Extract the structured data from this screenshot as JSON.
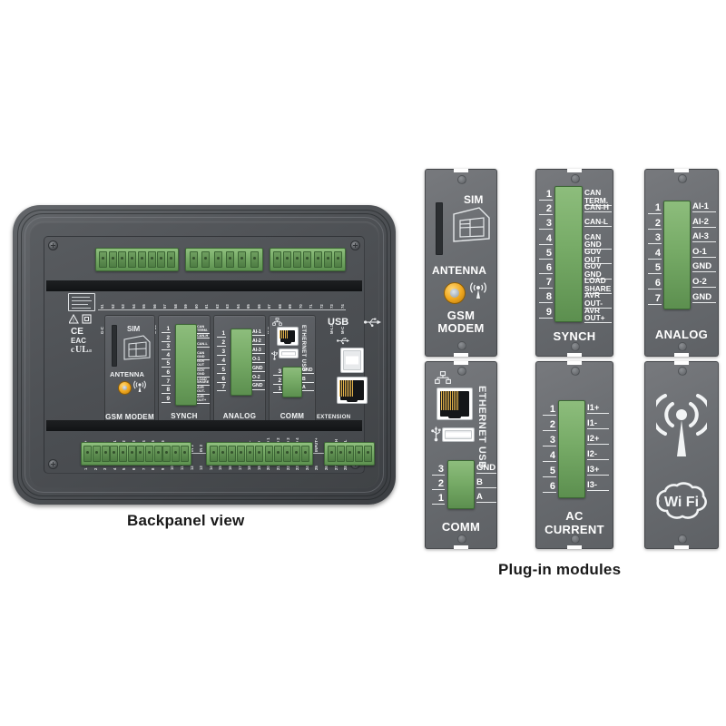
{
  "captions": {
    "backpanel": "Backpanel view",
    "modules": "Plug-in modules"
  },
  "colors": {
    "connector_green": "#77ab67",
    "panel_gray": "#4c4f53",
    "module_gray": "#6a6d71",
    "antenna_gold": "#f0a81f",
    "label_white": "#ffffff",
    "background": "#ffffff"
  },
  "device": {
    "cert_label": {
      "lines": [
        "",
        "",
        "",
        ""
      ],
      "marks": [
        "warning-triangle",
        "class-II-square",
        "CE",
        "EAC",
        "cULus"
      ]
    },
    "bays": [
      {
        "title": "GSM MODEM",
        "sim_label": "SIM",
        "antenna_label": "ANTENNA"
      },
      {
        "title": "SYNCH"
      },
      {
        "title": "ANALOG"
      },
      {
        "title": "COMM"
      }
    ],
    "usb_label": "USB",
    "extension_label": "EXTENSION",
    "comm_vertical_label": "ETHERNET USB",
    "terminals_top": [
      {
        "num": "51",
        "name": "G-C"
      },
      {
        "num": "52",
        "name": "G-L1"
      },
      {
        "num": "53",
        "name": ""
      },
      {
        "num": "54",
        "name": "G-L2"
      },
      {
        "num": "55",
        "name": ""
      },
      {
        "num": "56",
        "name": "G-L3"
      },
      {
        "num": "57",
        "name": ""
      },
      {
        "num": "58",
        "name": "G-N"
      },
      {
        "num": "59",
        "name": "I1+"
      },
      {
        "num": "60",
        "name": "I1-"
      },
      {
        "num": "61",
        "name": "I2+"
      },
      {
        "num": "62",
        "name": "I2-"
      },
      {
        "num": "63",
        "name": "I3+"
      },
      {
        "num": "64",
        "name": "I3-"
      },
      {
        "num": "65",
        "name": "Ig+"
      },
      {
        "num": "66",
        "name": "Ig-"
      },
      {
        "num": "67",
        "name": "M-N"
      },
      {
        "num": "68",
        "name": ""
      },
      {
        "num": "69",
        "name": "ET-N"
      },
      {
        "num": "70",
        "name": ""
      },
      {
        "num": "71",
        "name": "M-L2"
      },
      {
        "num": "72",
        "name": ""
      },
      {
        "num": "73",
        "name": "M-L1"
      },
      {
        "num": "74",
        "name": "M-C"
      }
    ],
    "terminals_bottom": [
      {
        "num": "1",
        "name": "BAT +"
      },
      {
        "num": "2",
        "name": ""
      },
      {
        "num": "3",
        "name": "BAT -"
      },
      {
        "num": "4",
        "name": "OUT 1"
      },
      {
        "num": "5",
        "name": "OUT 2"
      },
      {
        "num": "6",
        "name": "OUT 3"
      },
      {
        "num": "7",
        "name": "OUT 4"
      },
      {
        "num": "8",
        "name": "OUT 5"
      },
      {
        "num": "9",
        "name": "OUT 6"
      },
      {
        "num": "10",
        "name": "CHG"
      },
      {
        "num": "11",
        "name": "IN 1"
      },
      {
        "num": "12",
        "name": "IN 2"
      },
      {
        "num": "13",
        "name": "IN 3"
      },
      {
        "num": "14",
        "name": "IN 4"
      },
      {
        "num": "15",
        "name": "IN 5"
      },
      {
        "num": "16",
        "name": "IN 6"
      },
      {
        "num": "17",
        "name": "IN 7"
      },
      {
        "num": "18",
        "name": "COOL"
      },
      {
        "num": "19",
        "name": "SEND"
      },
      {
        "num": "20",
        "name": "SEND 1"
      },
      {
        "num": "21",
        "name": "SEND 2"
      },
      {
        "num": "22",
        "name": "SEND 3"
      },
      {
        "num": "23",
        "name": "SEND 4"
      },
      {
        "num": "24",
        "name": "+5V"
      },
      {
        "num": "25",
        "name": "INPUT+"
      },
      {
        "num": "26",
        "name": "GND"
      },
      {
        "num": "27",
        "name": "CAN-H"
      },
      {
        "num": "28",
        "name": "CAN-L"
      }
    ]
  },
  "modules": [
    {
      "id": "gsm-modem",
      "title": "GSM MODEM",
      "sim_label": "SIM",
      "antenna_label": "ANTENNA",
      "icons": [
        "sim-card-icon",
        "antenna-connector-icon",
        "signal-tower-icon"
      ]
    },
    {
      "id": "synch",
      "title": "SYNCH",
      "pins": [
        {
          "num": "1",
          "name": "CAN TERM."
        },
        {
          "num": "2",
          "name": "CAN-H"
        },
        {
          "num": "3",
          "name": "CAN-L"
        },
        {
          "num": "4",
          "name": "CAN GND"
        },
        {
          "num": "5",
          "name": "GOV OUT"
        },
        {
          "num": "6",
          "name": "GOV GND"
        },
        {
          "num": "7",
          "name": "LOAD SHARE"
        },
        {
          "num": "8",
          "name": "AVR OUT-"
        },
        {
          "num": "9",
          "name": "AVR OUT+"
        }
      ]
    },
    {
      "id": "analog",
      "title": "ANALOG",
      "pins": [
        {
          "num": "1",
          "name": "AI-1"
        },
        {
          "num": "2",
          "name": "AI-2"
        },
        {
          "num": "3",
          "name": "AI-3"
        },
        {
          "num": "4",
          "name": "O-1"
        },
        {
          "num": "5",
          "name": "GND"
        },
        {
          "num": "6",
          "name": "O-2"
        },
        {
          "num": "7",
          "name": "GND"
        }
      ]
    },
    {
      "id": "comm",
      "title": "COMM",
      "vertical_label": "ETHERNET USB",
      "icons": [
        "ethernet-icon",
        "usb-icon"
      ],
      "pins": [
        {
          "num": "3",
          "name": "GND"
        },
        {
          "num": "2",
          "name": "B"
        },
        {
          "num": "1",
          "name": "A"
        }
      ]
    },
    {
      "id": "ac-current",
      "title": "AC CURRENT",
      "pins": [
        {
          "num": "1",
          "name": "I1+"
        },
        {
          "num": "2",
          "name": "I1-"
        },
        {
          "num": "3",
          "name": "I2+"
        },
        {
          "num": "4",
          "name": "I2-"
        },
        {
          "num": "5",
          "name": "I3+"
        },
        {
          "num": "6",
          "name": "I3-"
        }
      ]
    },
    {
      "id": "wifi",
      "title": "",
      "logo_text": "Wi Fi",
      "icons": [
        "signal-tower-icon",
        "wifi-cloud-icon"
      ]
    }
  ]
}
